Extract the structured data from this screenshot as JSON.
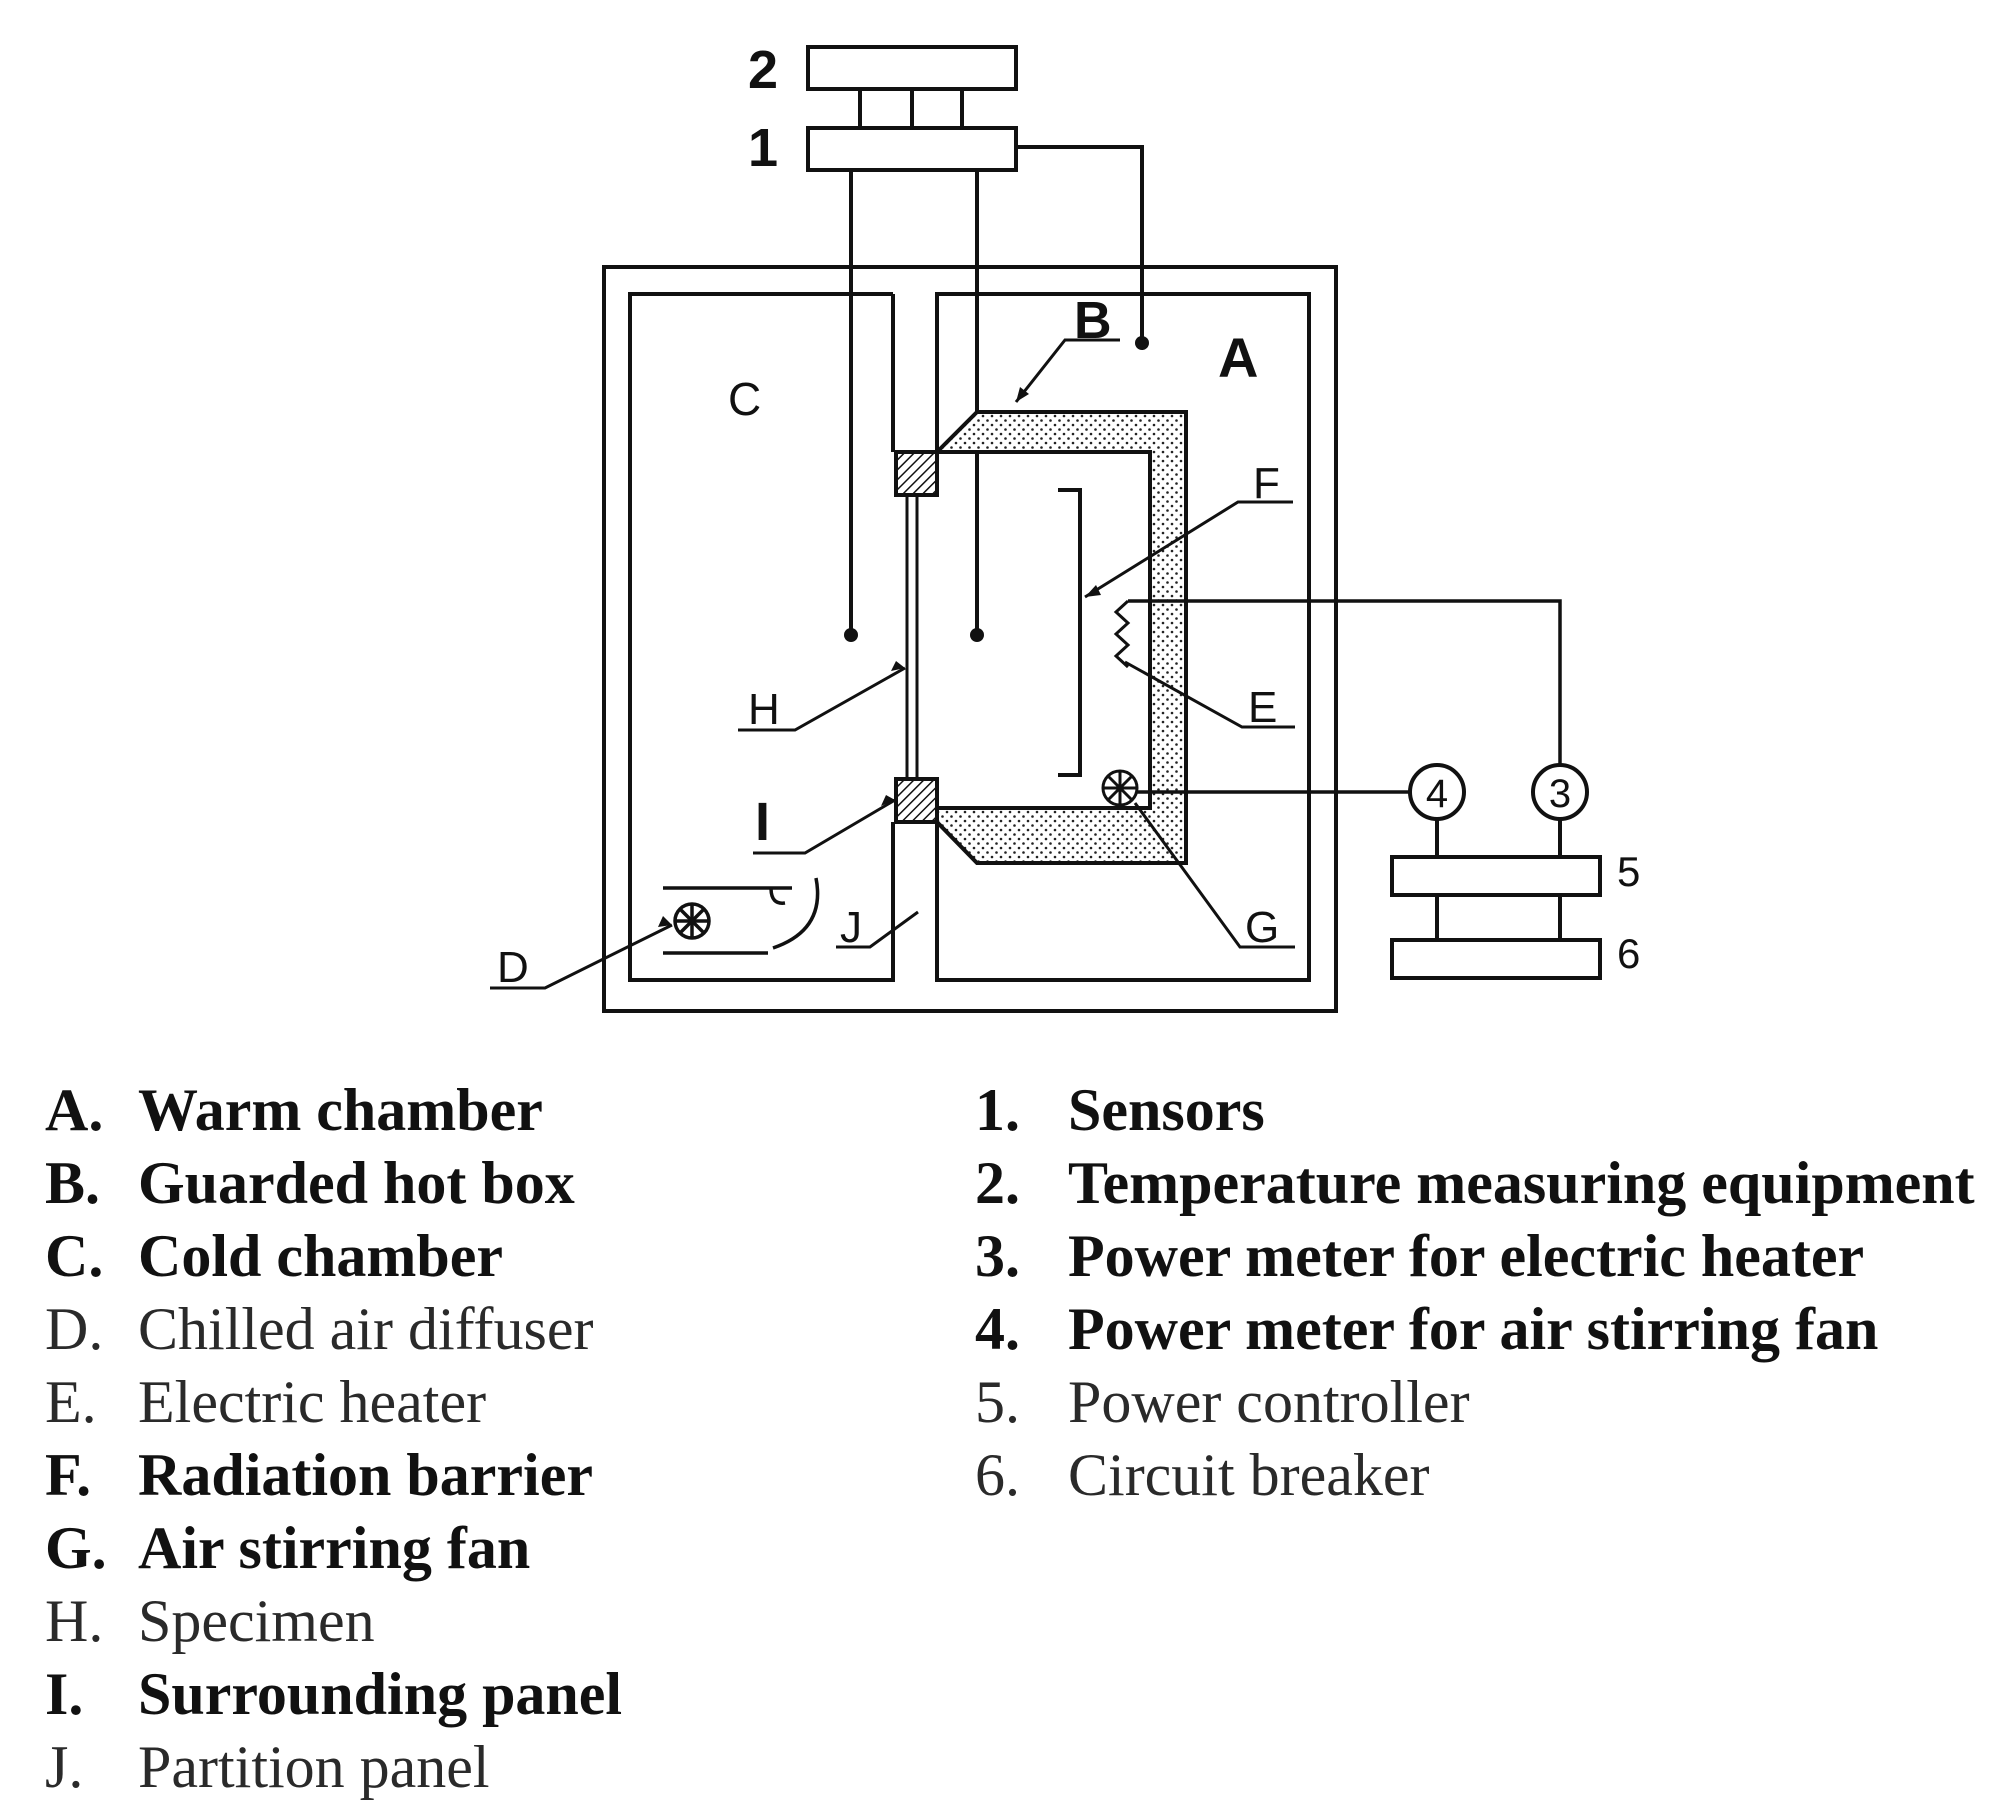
{
  "diagram": {
    "chamber_labels": {
      "A": "A",
      "B": "B",
      "C": "C",
      "D": "D",
      "E": "E",
      "F": "F",
      "G": "G",
      "H": "H",
      "I": "I",
      "J": "J"
    },
    "device_numbers": {
      "n1": "1",
      "n2": "2",
      "n3": "3",
      "n4": "4",
      "n5": "5",
      "n6": "6"
    }
  },
  "legend_left": [
    {
      "key": "A.",
      "text": "Warm chamber",
      "bold": true
    },
    {
      "key": "B.",
      "text": "Guarded hot box",
      "bold": true
    },
    {
      "key": "C.",
      "text": "Cold chamber",
      "bold": true
    },
    {
      "key": "D.",
      "text": "Chilled air diffuser",
      "bold": false
    },
    {
      "key": "E.",
      "text": "Electric heater",
      "bold": false
    },
    {
      "key": "F.",
      "text": "Radiation barrier",
      "bold": true
    },
    {
      "key": "G.",
      "text": "Air stirring fan",
      "bold": true
    },
    {
      "key": "H.",
      "text": "Specimen",
      "bold": false
    },
    {
      "key": "I.",
      "text": "Surrounding panel",
      "bold": true
    },
    {
      "key": "J.",
      "text": "Partition panel",
      "bold": false
    }
  ],
  "legend_right": [
    {
      "key": "1.",
      "text": "Sensors",
      "bold": true
    },
    {
      "key": "2.",
      "text": "Temperature measuring equipment",
      "bold": true
    },
    {
      "key": "3.",
      "text": "Power meter for electric heater",
      "bold": true
    },
    {
      "key": "4.",
      "text": "Power meter for air stirring fan",
      "bold": true
    },
    {
      "key": "5.",
      "text": "Power controller",
      "bold": false
    },
    {
      "key": "6.",
      "text": "Circuit breaker",
      "bold": false
    }
  ]
}
